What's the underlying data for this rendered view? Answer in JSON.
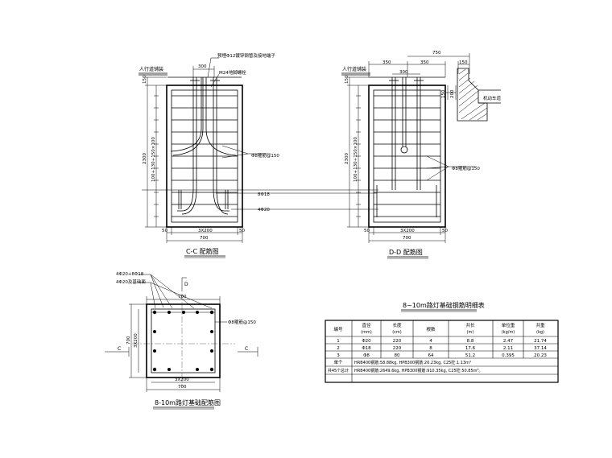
{
  "labels": {
    "sidewalk_left": "人行道铺装",
    "sidewalk_right": "人行道铺装",
    "preembed_tube": "预埋Φ12镀锌钢管及接地端子",
    "anchor_bolt": "M24地脚螺栓",
    "stirrup_cc": "Φ8箍筋@150",
    "stirrup_dd": "Φ8箍筋@150",
    "stirrup_plan": "Φ8箍筋@150",
    "bar_b18": "8Φ18",
    "bar_b20": "4Φ20",
    "curb": "机动车道",
    "plan_note_1": "4Φ20+8Φ18",
    "plan_note_2": "4Φ20及基础面",
    "section_mark_d": "D",
    "section_mark_c": "C"
  },
  "dims": {
    "cc_top_300": "300",
    "cc_left_150": "150",
    "cc_left_2300": "2300",
    "cc_left_stack": "100+130+150×100",
    "cc_bottom_50_left": "50",
    "cc_bottom_3x200": "3X200",
    "cc_bottom_50_right": "50",
    "cc_bottom_700": "700",
    "dd_top_750": "750",
    "dd_top_350": "350",
    "dd_top_350b": "350",
    "dd_top_150": "150",
    "dd_top_300": "300",
    "dd_right_150": "150",
    "dd_right_200": "200",
    "dd_left_150": "150",
    "dd_left_2300": "2300",
    "dd_left_stack": "100+130+150×100",
    "dd_bottom_50_left": "50",
    "dd_bottom_3x200": "3X200",
    "dd_bottom_50_right": "50",
    "dd_bottom_700": "700",
    "plan_top_700": "700",
    "plan_left_700": "700",
    "plan_left_3x200": "3X200",
    "plan_bottom_3x200": "3X200",
    "plan_bottom_700": "700"
  },
  "titles": {
    "cc": "C-C 配筋图",
    "dd": "D-D 配筋图",
    "plan": "8-10m路灯基础配筋图",
    "table": "8~10m路灯基础钢筋明细表"
  },
  "table": {
    "headers": [
      [
        "编号",
        ""
      ],
      [
        "直径",
        "(mm)"
      ],
      [
        "长度",
        "(cm)"
      ],
      [
        "根数",
        ""
      ],
      [
        "共长",
        "(m)"
      ],
      [
        "单位重",
        "(kg/m)"
      ],
      [
        "共重",
        "(kg)"
      ]
    ],
    "rows": [
      [
        "1",
        "Φ20",
        "220",
        "4",
        "8.8",
        "2.47",
        "21.74"
      ],
      [
        "2",
        "Φ18",
        "220",
        "8",
        "17.6",
        "2.11",
        "37.14"
      ],
      [
        "3",
        "Φ8",
        "80",
        "64",
        "51.2",
        "0.395",
        "20.23"
      ]
    ],
    "summary_single_label": "单个",
    "summary_single_text": "HRB400钢筋:58.88kg, HPB300钢筋:20.23kg, C25砼:1.13m³",
    "summary_total_label": "共45个总计",
    "summary_total_text": "HRB400钢筋:2649.6kg, HPB300钢筋:910.35kg, C25砼:50.85m³。"
  }
}
